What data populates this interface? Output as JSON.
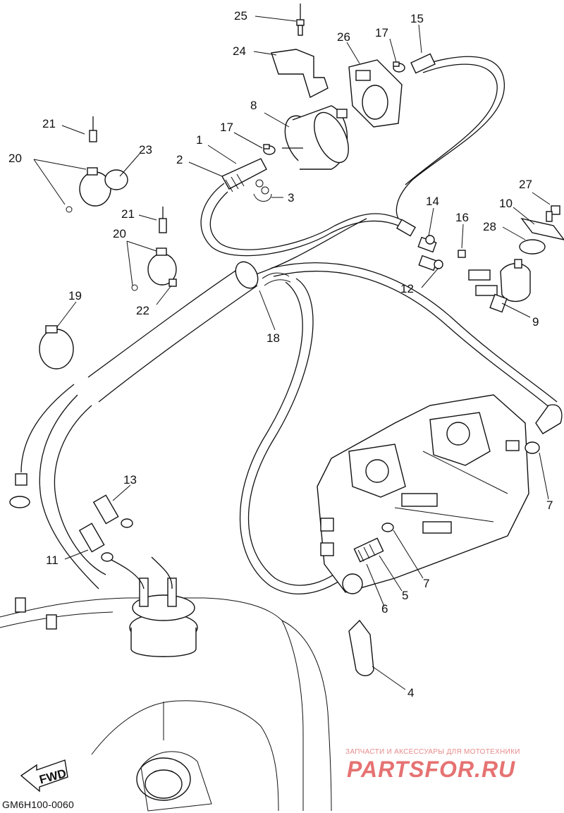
{
  "diagram": {
    "reference_code": "GM6H100-0060",
    "fwd_label": "FWD",
    "watermark": {
      "line1": "ЗАПЧАСТИ И АКСЕССУАРЫ ДЛЯ МОТОТЕХНИКИ",
      "line2": "PARTSFOR.RU"
    },
    "callouts": [
      "1",
      "2",
      "3",
      "4",
      "5",
      "6",
      "7",
      "7",
      "8",
      "9",
      "10",
      "11",
      "12",
      "13",
      "14",
      "15",
      "16",
      "17",
      "17",
      "18",
      "19",
      "20",
      "20",
      "21",
      "21",
      "22",
      "23",
      "24",
      "25",
      "26",
      "27",
      "28"
    ]
  }
}
